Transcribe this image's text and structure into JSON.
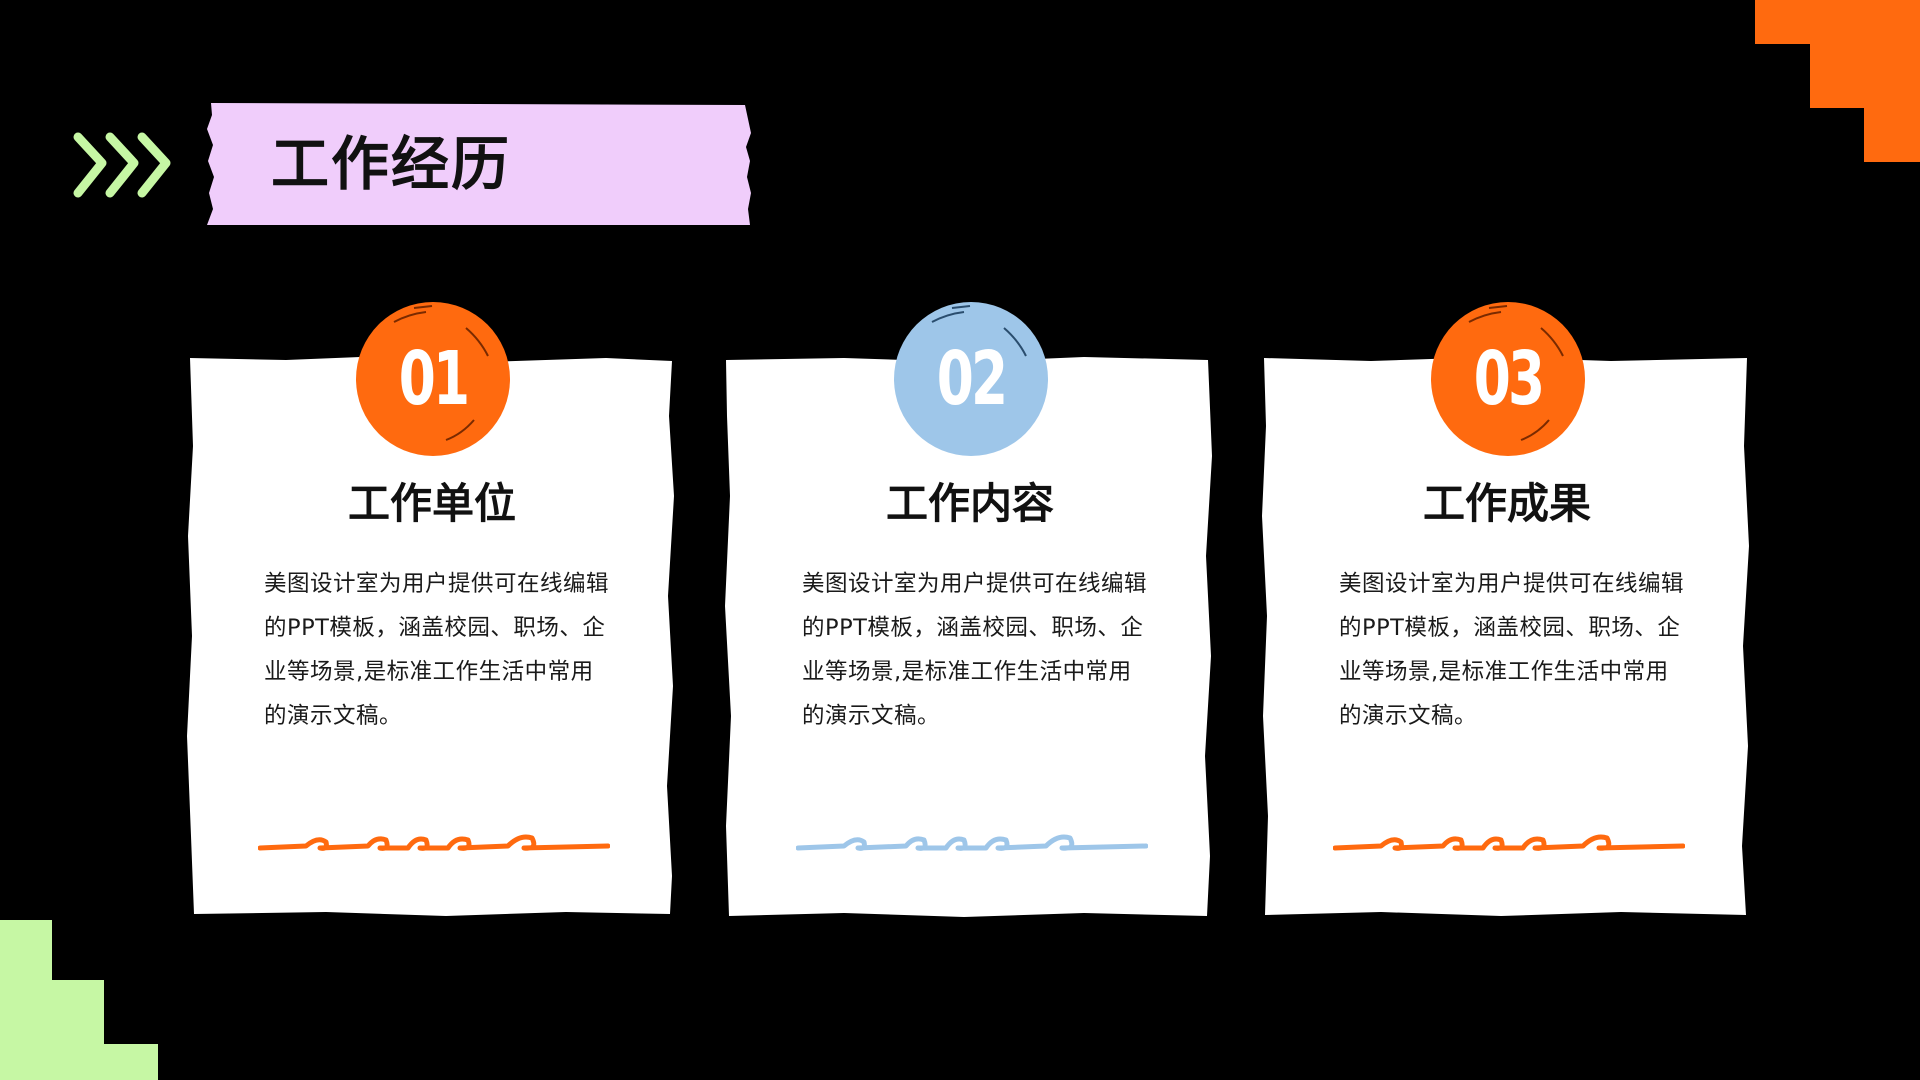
{
  "header": {
    "title": "工作经历"
  },
  "cards": [
    {
      "number": "01",
      "title": "工作单位",
      "body": "美图设计室为用户提供可在线编辑的PPT模板，涵盖校园、职场、企业等场景,是标准工作生活中常用的演示文稿。",
      "accent": "#ff6a0f"
    },
    {
      "number": "02",
      "title": "工作内容",
      "body": "美图设计室为用户提供可在线编辑的PPT模板，涵盖校园、职场、企业等场景,是标准工作生活中常用的演示文稿。",
      "accent": "#9ec6e9"
    },
    {
      "number": "03",
      "title": "工作成果",
      "body": "美图设计室为用户提供可在线编辑的PPT模板，涵盖校园、职场、企业等场景,是标准工作生活中常用的演示文稿。",
      "accent": "#ff6a0f"
    }
  ],
  "colors": {
    "background": "#000000",
    "title_band": "#f0cdfb",
    "chevrons": "#c6f7a4",
    "orange": "#ff6a0f",
    "blue": "#9ec6e9",
    "green": "#c6f7a4",
    "paper": "#ffffff"
  }
}
